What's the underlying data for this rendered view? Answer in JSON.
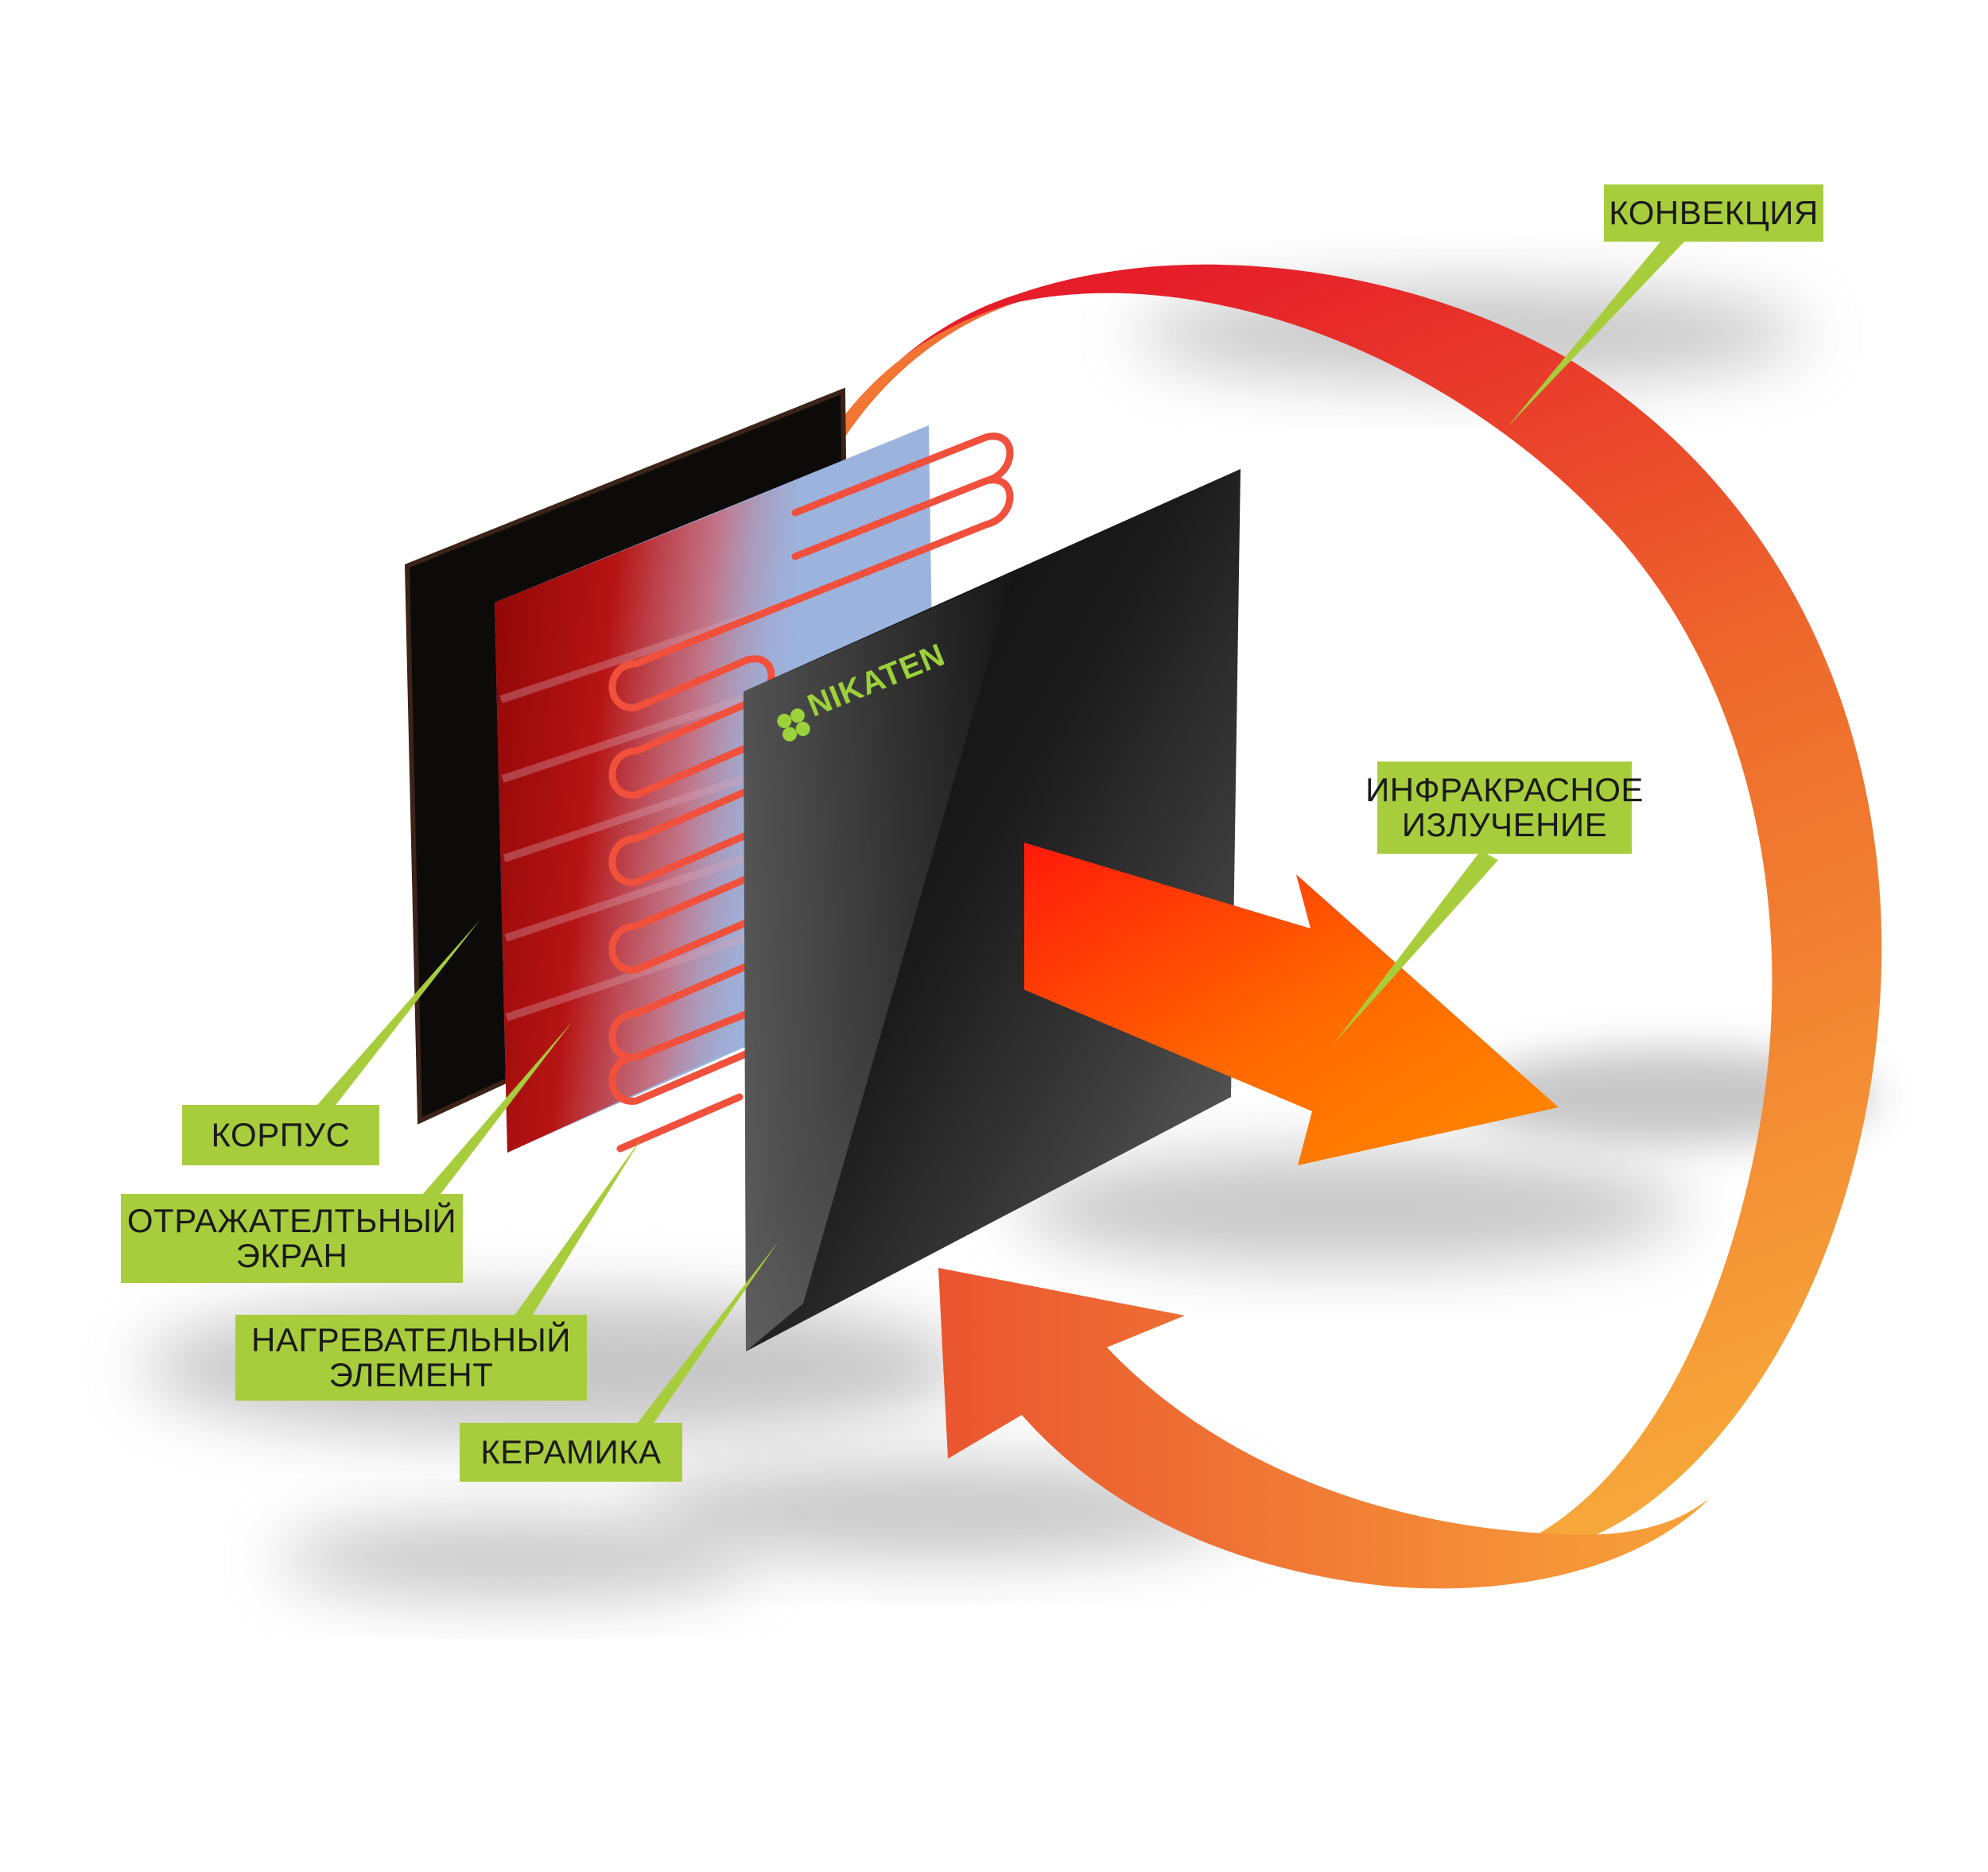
{
  "labels": {
    "convection": "КОНВЕКЦИЯ",
    "infrared_line1": "ИНФРАКРАСНОЕ",
    "infrared_line2": "ИЗЛУЧЕНИЕ",
    "body": "КОРПУС",
    "reflective_line1": "ОТРАЖАТЕЛТЬНЫЙ",
    "reflective_line2": "ЭКРАН",
    "heating_line1": "НАГРЕВАТЕЛЬНЫЙ",
    "heating_line2": "ЭЛЕМЕНТ",
    "ceramic": "КЕРАМИКА"
  },
  "brand": {
    "name": "NIKATEN",
    "icon": "clover-icon"
  },
  "colors": {
    "label_bg": "#a8cd3c",
    "arrow_red": "#e8202a",
    "arrow_orange": "#f7a33a",
    "panel_black": "#0e0e0e",
    "screen_blue": "#9cb3dd",
    "heat_red": "#a10a0a",
    "coil": "#f0503c"
  }
}
